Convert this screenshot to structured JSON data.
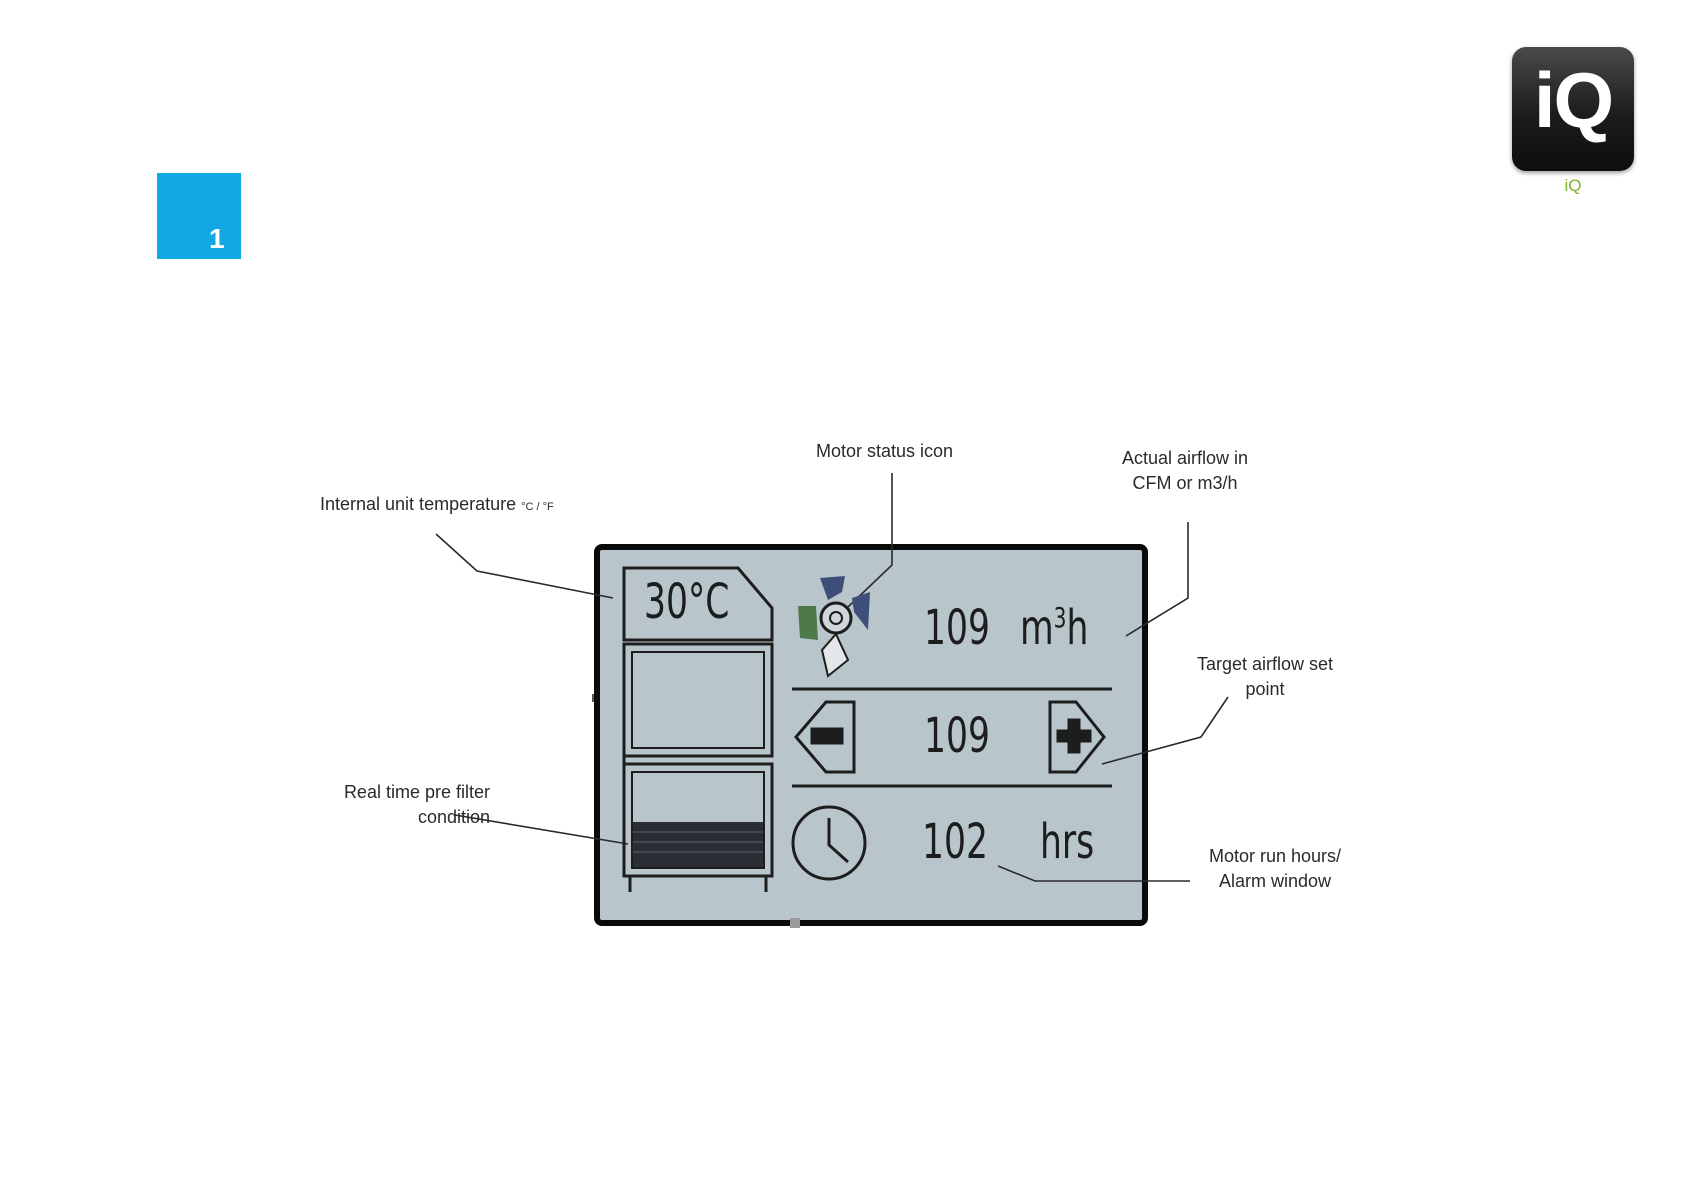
{
  "slide": {
    "number": "1"
  },
  "brand": {
    "logo_text": "iQ",
    "caption": "iQ",
    "caption_color": "#7ab325"
  },
  "callouts": {
    "motor_status": "Motor status icon",
    "actual_airflow_line1": "Actual airflow in",
    "actual_airflow_line2": "CFM or m3/h",
    "internal_temp": "Internal unit temperature",
    "internal_temp_units": "°C / °F",
    "target_airflow_line1": "Target airflow set",
    "target_airflow_line2": "point",
    "prefilter_line1": "Real time pre filter",
    "prefilter_line2": "condition",
    "run_hours_line1": "Motor run hours/",
    "run_hours_line2": "Alarm window"
  },
  "display": {
    "temperature": "30°C",
    "actual_airflow": "109",
    "airflow_unit_base": "m",
    "airflow_unit_sup": "3",
    "airflow_unit_suffix": "h",
    "setpoint": "109",
    "run_hours": "102",
    "run_hours_unit": "hrs",
    "lcd_color": "#b8c6cc"
  }
}
